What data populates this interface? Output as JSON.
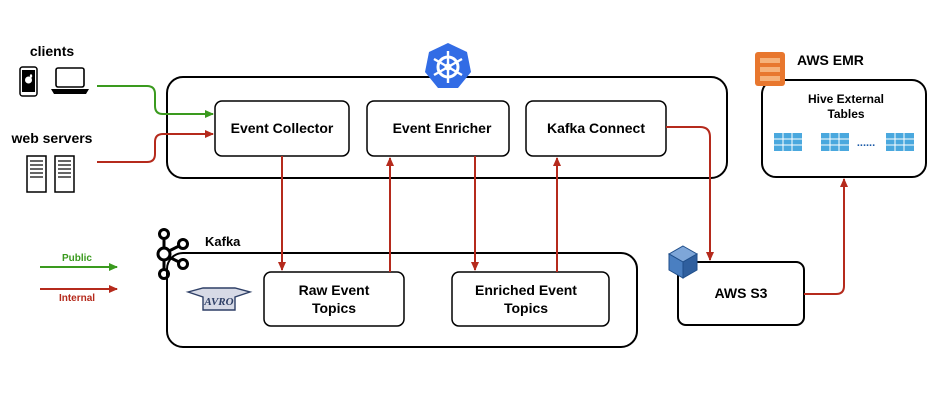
{
  "sources": {
    "clients": "clients",
    "web_servers": "web servers"
  },
  "k8s": {
    "event_collector": "Event Collector",
    "event_enricher": "Event Enricher",
    "kafka_connect": "Kafka Connect"
  },
  "kafka": {
    "label": "Kafka",
    "raw_topics_line1": "Raw Event",
    "raw_topics_line2": "Topics",
    "enriched_topics_line1": "Enriched Event",
    "enriched_topics_line2": "Topics",
    "avro_text": "AVRO"
  },
  "aws": {
    "s3": "AWS S3",
    "emr": "AWS EMR",
    "hive_line1": "Hive External",
    "hive_line2": "Tables",
    "ellipsis": "......"
  },
  "legend": {
    "public": "Public",
    "internal": "Internal"
  },
  "colors": {
    "public": "#3a9a1e",
    "internal": "#b52a1c",
    "k8s": "#326ce5",
    "table": "#4aa8de",
    "aws_orange": "#e8772e"
  }
}
